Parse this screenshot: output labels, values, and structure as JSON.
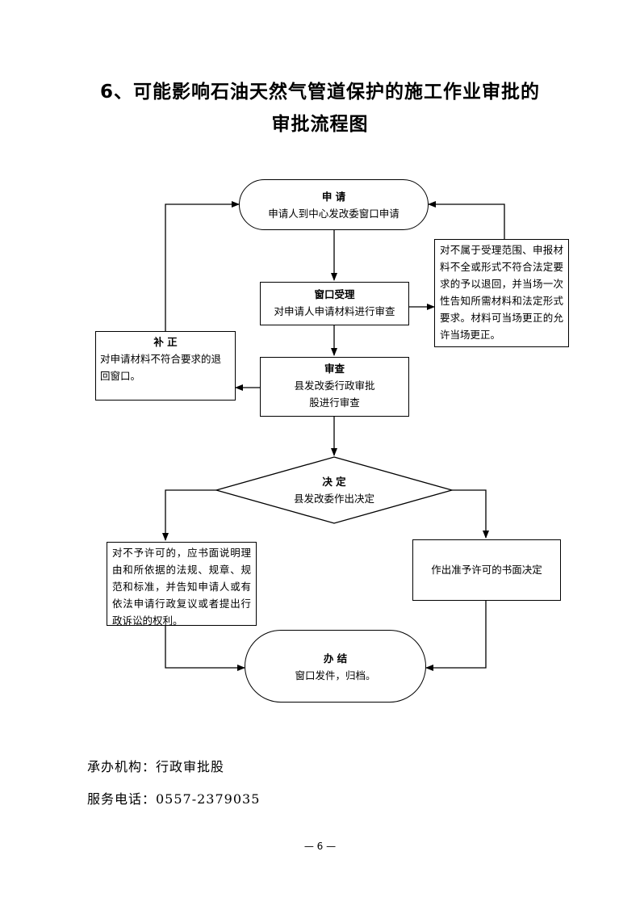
{
  "title": {
    "line1": "6、可能影响石油天然气管道保护的施工作业审批的",
    "line2": "审批流程图"
  },
  "nodes": {
    "apply": {
      "heading": "申  请",
      "text": "申请人到中心发改委窗口申请"
    },
    "window": {
      "heading": "窗口受理",
      "text": "对申请人申请材料进行审查"
    },
    "review": {
      "heading": "审查",
      "text": "县发改委行政审批股进行审查"
    },
    "decide": {
      "heading": "决  定",
      "text": "县发改委作出决定"
    },
    "supplement": {
      "heading": "补  正",
      "text": "对申请材料不符合要求的退回窗口。"
    },
    "reject_form": {
      "text": "对不属于受理范围、申报材料不全或形式不符合法定要求的予以退回，并当场一次性告知所需材料和法定形式要求。材料可当场更正的允许当场更正。"
    },
    "deny": {
      "text": "对不予许可的，应书面说明理由和所依据的法规、规章、规范和标准，并告知申请人或有依法申请行政复议或者提出行政诉讼的权利。"
    },
    "grant": {
      "text": "作出准予许可的书面决定"
    },
    "finish": {
      "heading": "办  结",
      "text": "窗口发件，归档。"
    }
  },
  "footer": {
    "agency": "承办机构：行政审批股",
    "phone": "服务电话：0557-2379035"
  },
  "page_number": "— 6 —"
}
